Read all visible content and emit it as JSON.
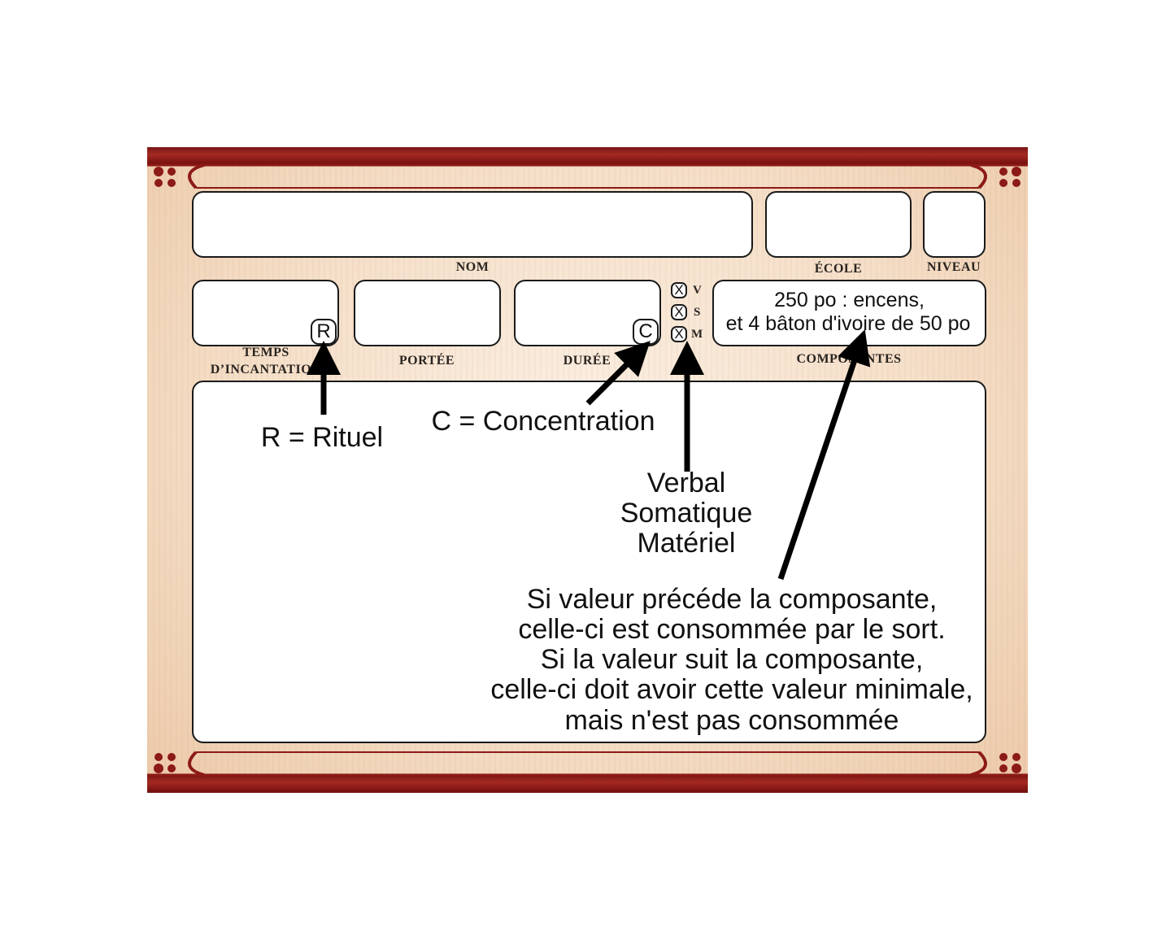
{
  "fields": {
    "nom_label": "NOM",
    "ecole_label": "ÉCOLE",
    "niveau_label": "NIVEAU",
    "temps_label_line1": "TEMPS",
    "temps_label_line2": "D’INCANTATION",
    "portee_label": "PORTÉE",
    "duree_label": "DURÉE",
    "composantes_label": "COMPOSANTES"
  },
  "badges": {
    "rituel": "R",
    "concentration": "C"
  },
  "components": {
    "checks": [
      {
        "mark": "X",
        "letter": "V",
        "checked": true
      },
      {
        "mark": "X",
        "letter": "S",
        "checked": true
      },
      {
        "mark": "X",
        "letter": "M",
        "checked": true
      }
    ],
    "text_line1": "250 po : encens,",
    "text_line2": "et 4 bâton d'ivoire de 50 po"
  },
  "annotations": {
    "rituel": "R = Rituel",
    "concentration": "C = Concentration",
    "vsm_lines": [
      "Verbal",
      "Somatique",
      "Matériel"
    ],
    "explanation_lines": [
      "Si valeur précéde la composante,",
      "celle-ci est consommée par le sort.",
      "Si la valeur suit la composante,",
      "celle-ci doit avoir cette valeur minimale,",
      "mais n'est pas consommée"
    ]
  },
  "colors": {
    "border_red": "#8c1a16",
    "parchment": "#f5dfc8"
  }
}
